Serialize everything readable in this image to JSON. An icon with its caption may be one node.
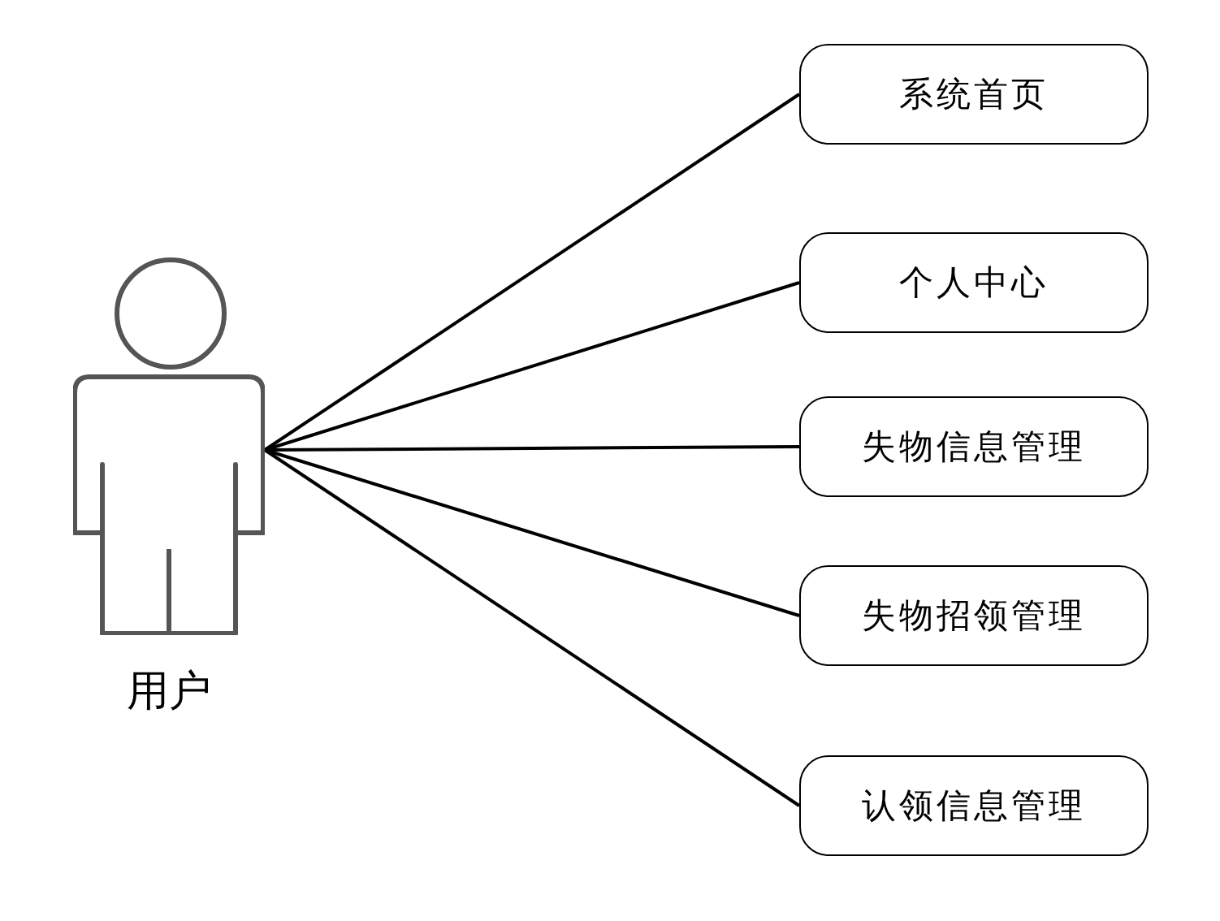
{
  "diagram": {
    "nodes": [
      {
        "text": [
          "用户"
        ]
      },
      {
        "text": [
          "系统首页"
        ]
      },
      {
        "text": [
          "个人中心"
        ]
      },
      {
        "text": [
          "失物信息管理"
        ]
      },
      {
        "text": [
          "失物招领管理"
        ]
      },
      {
        "text": [
          "认领信息管理"
        ]
      }
    ],
    "edges": [
      {
        "from": 0,
        "to": 1,
        "arrow": "none"
      },
      {
        "from": 0,
        "to": 2,
        "arrow": "none"
      },
      {
        "from": 0,
        "to": 3,
        "arrow": "none"
      },
      {
        "from": 0,
        "to": 4,
        "arrow": "none"
      },
      {
        "from": 0,
        "to": 5,
        "arrow": "none"
      }
    ]
  }
}
